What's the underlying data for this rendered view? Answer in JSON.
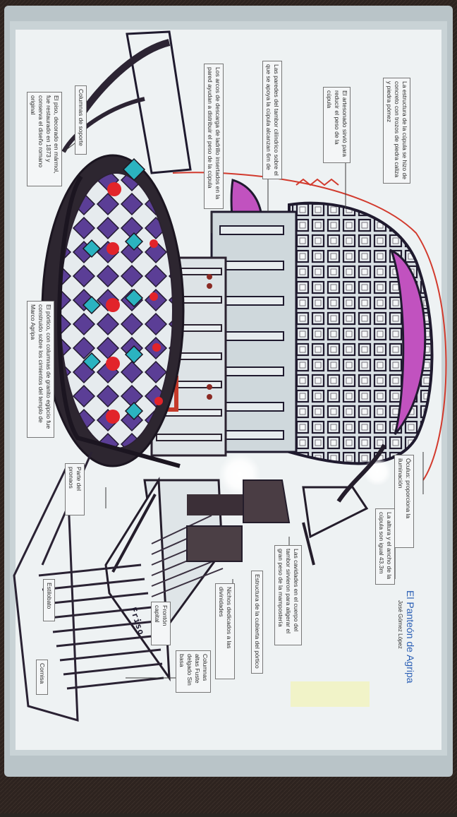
{
  "title": "El Panteón de Agripa",
  "author": "José Gómez López",
  "frieze_text": "Friso",
  "labels": {
    "estructura_cupula": "La estructura de la cúpula se hizo de concreto con trozos de piedra caliza y piedra pómez",
    "artesonado": "El artesonado sirvió para reducir el peso de la cúpula",
    "paredes_tambor": "Las paredes del tambor cilíndrico sobre el que se apoya la cúpula alcanzan 6m de",
    "arcos_descarga": "Los arcos de descarga de ladrillo insertados en la pared ayudan a distribuir el peso de la cúpula",
    "columnas_soporte": "Columnas de soporte",
    "piso": "El piso, decorado en mármol, fue restaurado en 1873 y conserva el diseño romano original",
    "portico": "El pórtico, con columnas de granito egipcio fue construido sobre los cimientos del templo de Marco Agripa",
    "oculus": "Óculus: proporciona la iluminación",
    "altura": "La altura y el ancho de la cúpula son igual 43.3m",
    "cavidades": "Las cavidades en el cuerpo del tambor sirvieron para aligerar el gran peso de la mampostería",
    "estructura_cubierta": "Estructura de la cubierta del pórtico",
    "nichos": "Nichos dedicados a las divinidades",
    "parte_pronaos": "Parte del pronaos",
    "fronton": "Frontón capital",
    "columnas_altas": "Columnas altas Fuste delgado Sin basa",
    "estilobato": "Estilobato",
    "cornisa": "Cornisa"
  }
}
